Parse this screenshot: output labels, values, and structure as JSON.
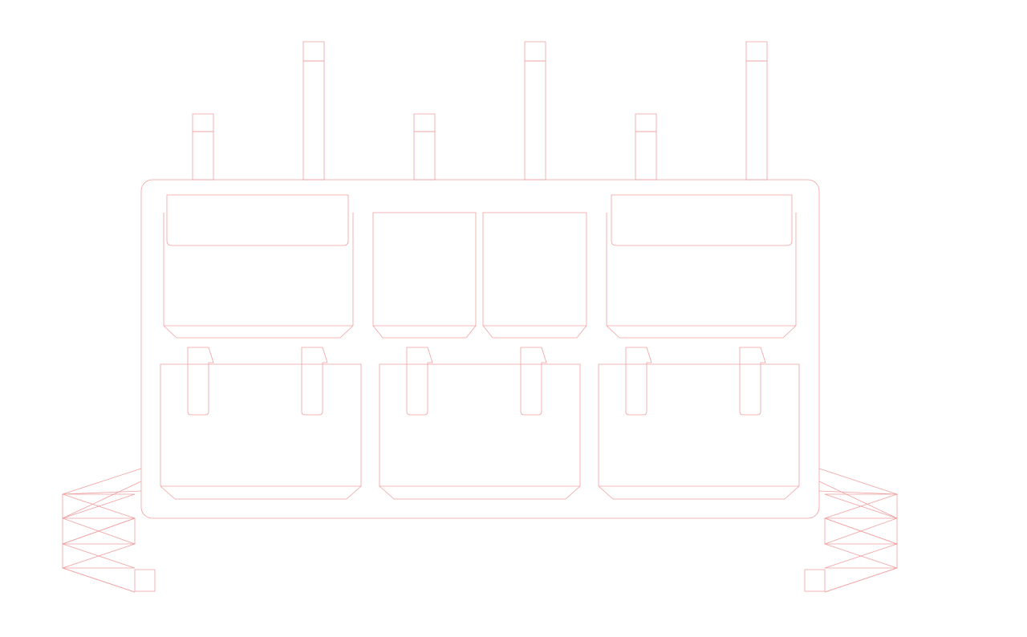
{
  "drawing": {
    "stroke_color": "#f0a0a0",
    "background_color": "#ffffff",
    "parts": {
      "pins": [
        "short",
        "tall",
        "short",
        "tall",
        "short",
        "tall"
      ],
      "upper_cavities": [
        "wide-with-latch",
        "narrow",
        "narrow",
        "wide-with-latch"
      ],
      "lower_cavities": [
        "wide-with-tabs",
        "wide-with-tabs",
        "wide-with-tabs"
      ],
      "side_springs": [
        "left",
        "right"
      ]
    }
  }
}
